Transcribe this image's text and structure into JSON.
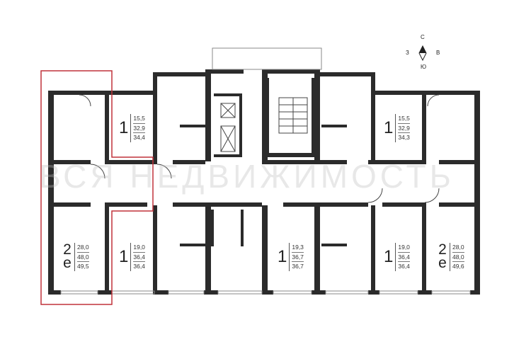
{
  "watermark": "ВСЯ НЕДВИЖИМОСТЬ",
  "compass": {
    "north": "С",
    "south": "Ю",
    "west": "З",
    "east": "В"
  },
  "highlight_color": "#c0323a",
  "apartments": [
    {
      "rooms": "1",
      "areas": [
        "15,5",
        "32,9",
        "34,4"
      ]
    },
    {
      "rooms": "1",
      "areas": [
        "15,5",
        "32,9",
        "34,3"
      ]
    },
    {
      "rooms": "2е",
      "areas": [
        "28,0",
        "48,0",
        "49,5"
      ]
    },
    {
      "rooms": "1",
      "areas": [
        "19,0",
        "36,4",
        "36,4"
      ]
    },
    {
      "rooms": "1",
      "areas": [
        "19,3",
        "36,7",
        "36,7"
      ]
    },
    {
      "rooms": "1",
      "areas": [
        "19,0",
        "36,4",
        "36,4"
      ]
    },
    {
      "rooms": "2е",
      "areas": [
        "28,0",
        "48,0",
        "49,6"
      ]
    }
  ]
}
